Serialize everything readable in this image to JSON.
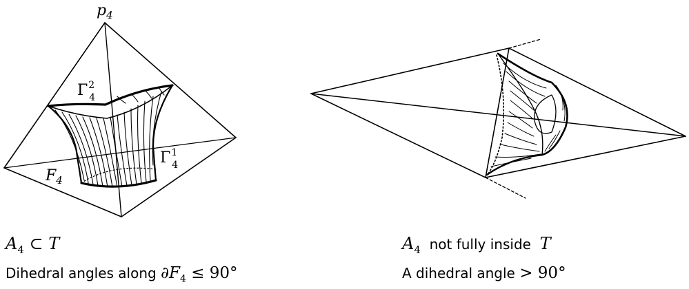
{
  "left": {
    "apex_label": "p",
    "apex_sub": "4",
    "gamma_top_label": "Γ",
    "gamma_top_sub": "4",
    "gamma_top_sup": "2",
    "gamma_right_label": "Γ",
    "gamma_right_sub": "4",
    "gamma_right_sup": "1",
    "face_label": "F",
    "face_sub": "4",
    "caption_line1": {
      "a": "A",
      "a_sub": "4",
      "rel": " ⊂ ",
      "t": "T"
    },
    "caption_line2": {
      "text": "Dihedral angles along ",
      "partial": "∂",
      "f": "F",
      "f_sub": "4",
      "rel": " ≤ 90°"
    }
  },
  "right": {
    "caption_line1": {
      "a": "A",
      "a_sub": "4",
      "text": "  not fully inside  ",
      "t": "T"
    },
    "caption_line2": {
      "text": "A dihedral angle ",
      "rel": "> 90°"
    }
  }
}
